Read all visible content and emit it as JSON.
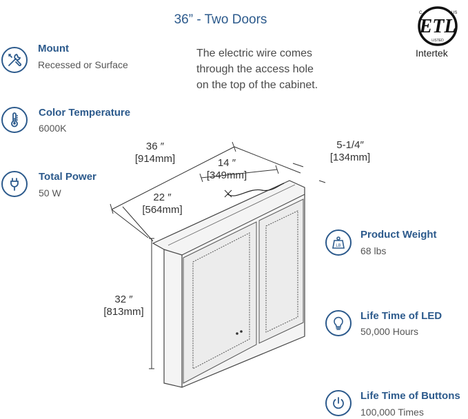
{
  "title": "36” - Two Doors",
  "note": {
    "line1": "The electric wire comes",
    "line2": "through the access hole",
    "line3": "on the top of the cabinet."
  },
  "certification": {
    "brand": "Intertek",
    "mark": "ETL",
    "sub": "LISTED",
    "c": "C",
    "us": "US"
  },
  "specs_left": [
    {
      "name": "Mount",
      "value": "Recessed or Surface",
      "icon": "tools-icon"
    },
    {
      "name": "Color Temperature",
      "value": "6000K",
      "icon": "thermometer-icon"
    },
    {
      "name": "Total Power",
      "value": "50 W",
      "icon": "plug-icon"
    }
  ],
  "specs_right": [
    {
      "name": "Product Weight",
      "value": "68 lbs",
      "icon": "weight-icon",
      "badge": "LB"
    },
    {
      "name": "Life Time of LED",
      "value": "50,000 Hours",
      "icon": "bulb-icon"
    },
    {
      "name": "Life Time of Buttons",
      "value": "100,000 Times",
      "icon": "power-icon"
    }
  ],
  "dimensions": {
    "width_in": "36 ″",
    "width_mm": "[914mm]",
    "door_in": "14 ″",
    "door_mm": "[349mm]",
    "depth_in": "5-1/4″",
    "depth_mm": "[134mm]",
    "inner_in": "22 ″",
    "inner_mm": "[564mm]",
    "height_in": "32 ″",
    "height_mm": "[813mm]"
  },
  "colors": {
    "accent": "#2c5a8c",
    "text": "#4a4a4a"
  }
}
